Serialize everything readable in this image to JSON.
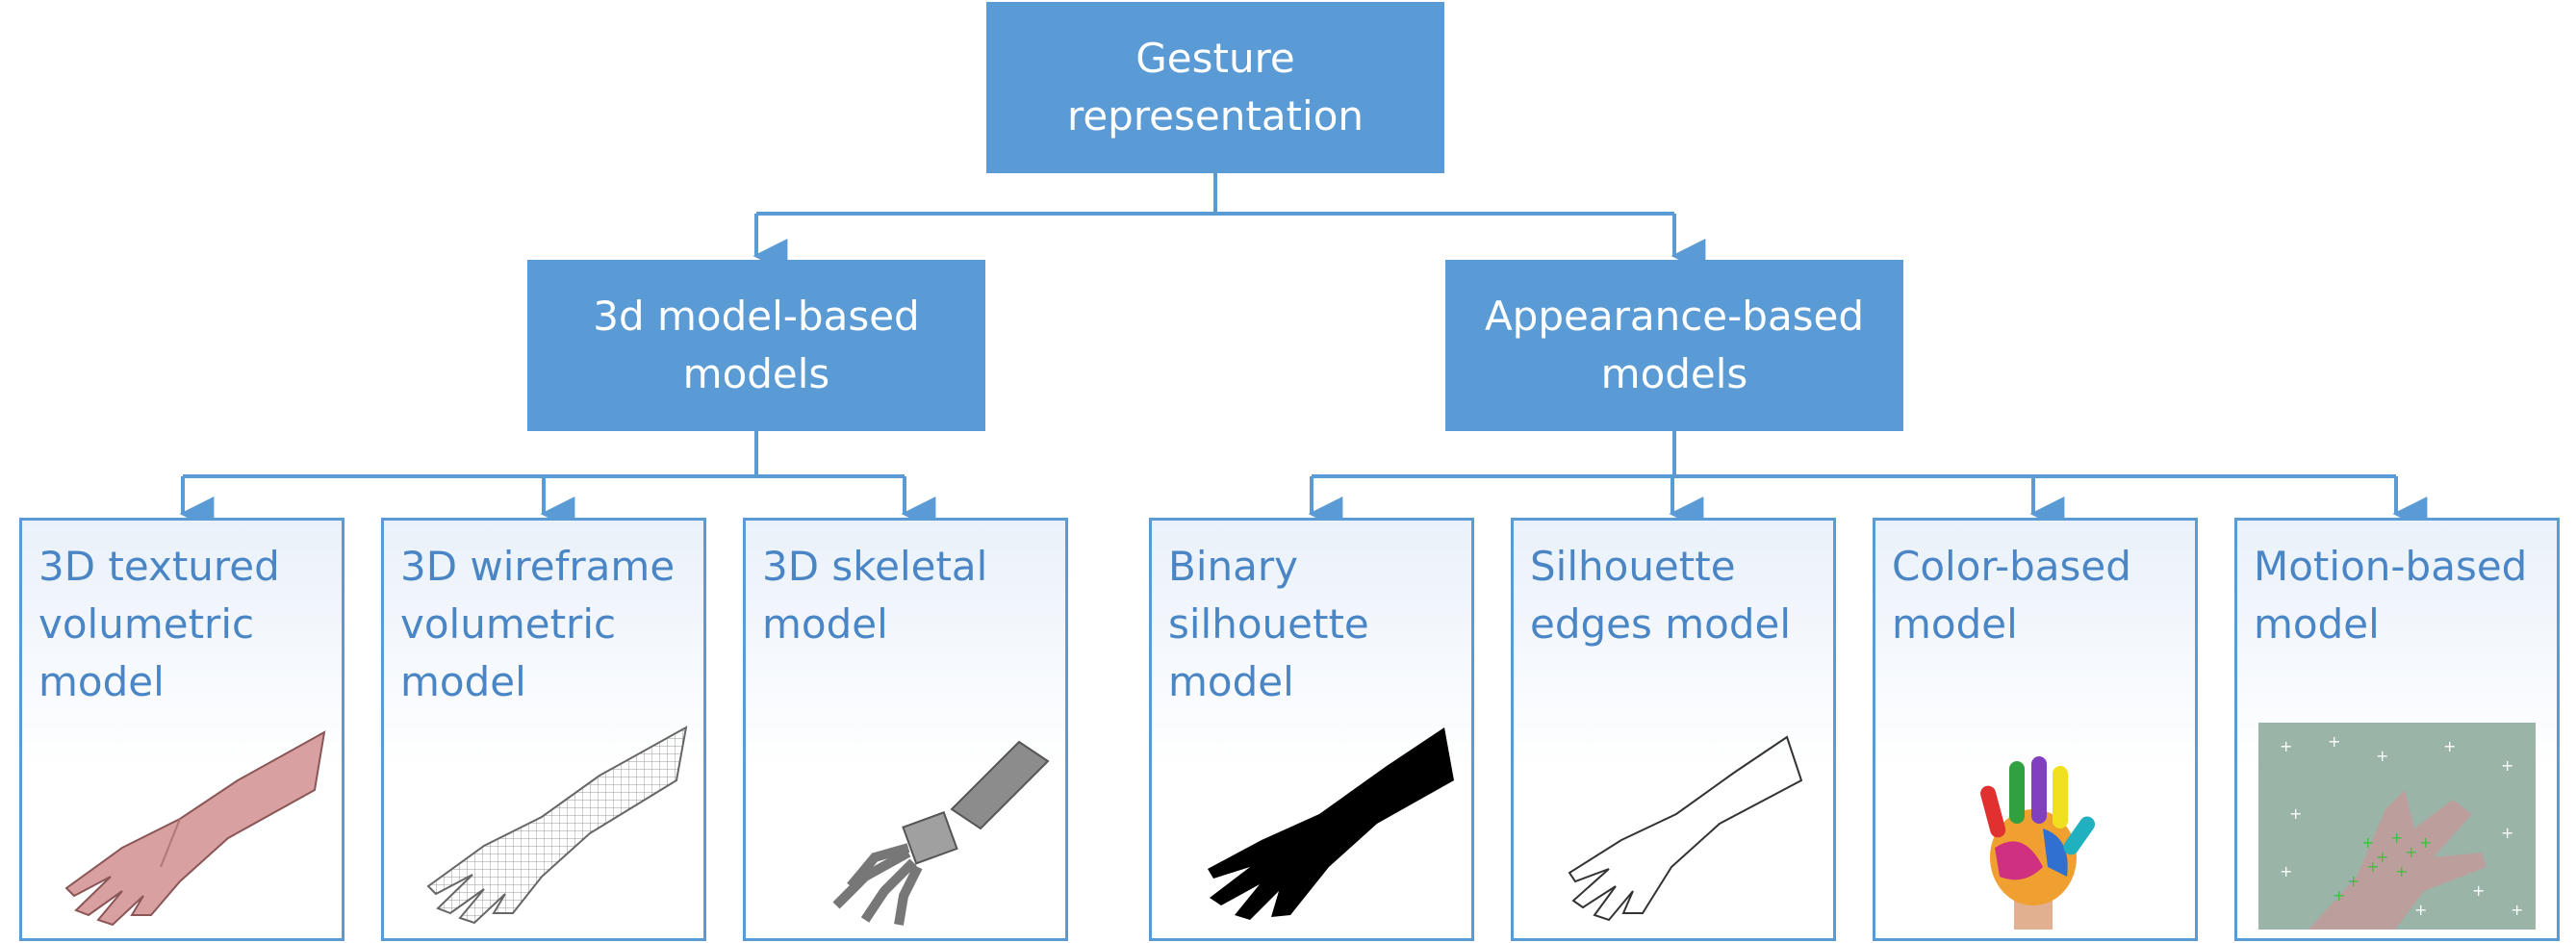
{
  "root": {
    "label": "Gesture\nrepresentation"
  },
  "branches": [
    {
      "label": "3d model-based\nmodels"
    },
    {
      "label": "Appearance-based\nmodels"
    }
  ],
  "leaves": [
    {
      "label": "3D textured\nvolumetric\nmodel",
      "image": "textured-hand-icon"
    },
    {
      "label": "3D wireframe\nvolumetric\nmodel",
      "image": "wireframe-hand-icon"
    },
    {
      "label": "3D skeletal\nmodel",
      "image": "skeletal-hand-icon"
    },
    {
      "label": "Binary\nsilhouette\nmodel",
      "image": "binary-silhouette-icon"
    },
    {
      "label": "Silhouette\nedges model",
      "image": "edge-hand-icon"
    },
    {
      "label": "Color-based\nmodel",
      "image": "color-glove-icon"
    },
    {
      "label": "Motion-based\nmodel",
      "image": "motion-hand-icon"
    }
  ],
  "colors": {
    "box": "#5b9bd5",
    "leaf_text": "#4a86c5",
    "line": "#5b9bd5"
  }
}
